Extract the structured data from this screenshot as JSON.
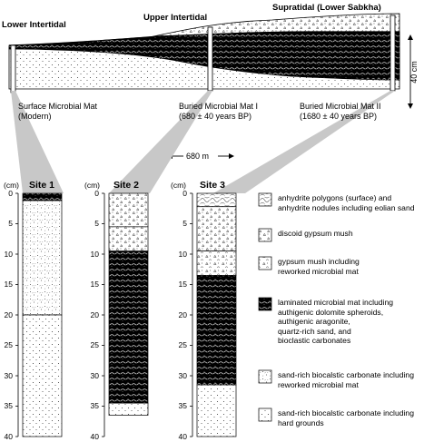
{
  "zones": {
    "lower": "Lower Intertidal",
    "upper": "Upper Intertidal",
    "supra": "Supratidal (Lower Sabkha)"
  },
  "transect": {
    "surface_mat": [
      "Surface Microbial Mat",
      "(Modern)"
    ],
    "buried_mat_1": [
      "Buried Microbial Mat I",
      "(680 ± 40 years BP)"
    ],
    "buried_mat_2": [
      "Buried Microbial Mat II",
      "(1680 ± 40 years BP)"
    ],
    "distance": "680 m",
    "thickness": "40 cm"
  },
  "sites": [
    {
      "title": "Site 1",
      "unit": "(cm)"
    },
    {
      "title": "Site 2",
      "unit": "(cm)"
    },
    {
      "title": "Site 3",
      "unit": "(cm)"
    }
  ],
  "depth_ticks": [
    "0",
    "5",
    "10",
    "15",
    "20",
    "25",
    "30",
    "35",
    "40"
  ],
  "columns": [
    {
      "name": "site-1",
      "layers": [
        {
          "from": 0,
          "to": 1.2,
          "facies": "mat"
        },
        {
          "from": 1.2,
          "to": 20,
          "facies": "sand_mat"
        },
        {
          "from": 20,
          "to": 40,
          "facies": "sand_hard"
        }
      ]
    },
    {
      "name": "site-2",
      "layers": [
        {
          "from": 0,
          "to": 5.5,
          "facies": "discoid"
        },
        {
          "from": 5.5,
          "to": 9.5,
          "facies": "discoid"
        },
        {
          "from": 9.5,
          "to": 34.5,
          "facies": "mat"
        },
        {
          "from": 34.5,
          "to": 36.5,
          "facies": "sand_hard"
        }
      ]
    },
    {
      "name": "site-3",
      "layers": [
        {
          "from": 0,
          "to": 2.2,
          "facies": "anhydrite"
        },
        {
          "from": 2.2,
          "to": 9.5,
          "facies": "discoid"
        },
        {
          "from": 9.5,
          "to": 13.5,
          "facies": "gypsum_mat"
        },
        {
          "from": 13.5,
          "to": 31.5,
          "facies": "mat"
        },
        {
          "from": 31.5,
          "to": 40,
          "facies": "sand_hard"
        }
      ]
    }
  ],
  "legend": [
    {
      "facies": "anhydrite",
      "lines": [
        "anhydrite polygons (surface) and",
        "anhydrite nodules including eolian sand"
      ]
    },
    {
      "facies": "discoid",
      "lines": [
        "discoid gypsum mush"
      ]
    },
    {
      "facies": "gypsum_mat",
      "lines": [
        "gypsum mush including",
        "reworked microbial mat"
      ]
    },
    {
      "facies": "mat",
      "lines": [
        "laminated microbial mat including",
        "authigenic dolomite spheroids,",
        "authigenic aragonite,",
        "quartz-rich sand, and",
        "bioclastic carbonates"
      ]
    },
    {
      "facies": "sand_mat",
      "lines": [
        "sand-rich biocalstic carbonate including",
        "reworked microbial mat"
      ]
    },
    {
      "facies": "sand_hard",
      "lines": [
        "sand-rich biocalstic carbonate including",
        "hard grounds"
      ]
    }
  ]
}
